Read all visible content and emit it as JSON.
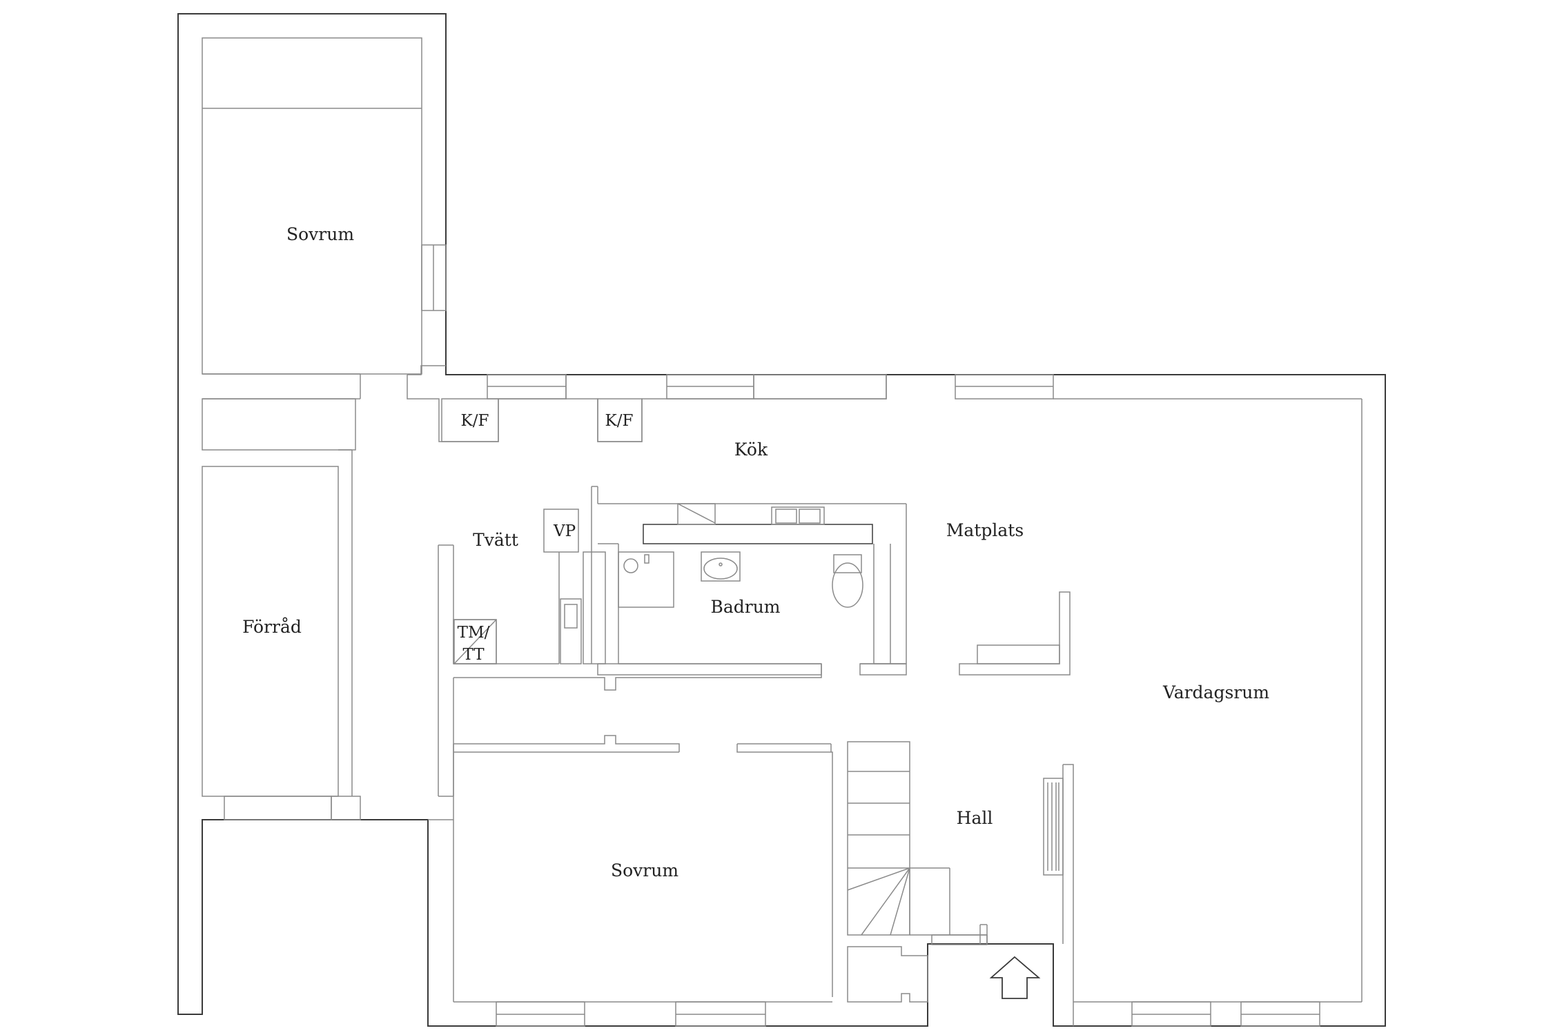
{
  "rooms": {
    "sovrum_top": "Sovrum",
    "forrad": "Förråd",
    "kok": "Kök",
    "tvatt": "Tvätt",
    "matplats": "Matplats",
    "badrum": "Badrum",
    "vardagsrum": "Vardagsrum",
    "hall": "Hall",
    "sovrum_bottom": "Sovrum"
  },
  "fixtures": {
    "kf_left": "K/F",
    "kf_right": "K/F",
    "vp": "VP",
    "tm_line1": "TM/",
    "tm_line2": "TT"
  },
  "icons": {
    "entrance": "entrance-arrow-icon"
  }
}
